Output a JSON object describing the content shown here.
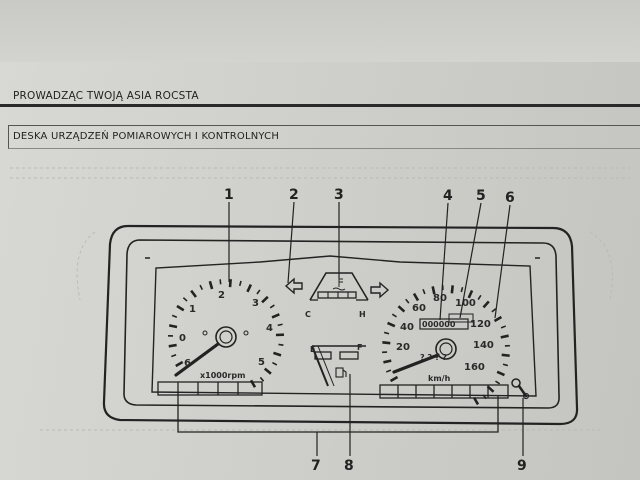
{
  "header": {
    "section_title": "PROWADZĄC TWOJĄ ASIA ROCSTA",
    "subsection_title": "DESKA URZĄDZEŃ POMIAROWYCH I KONTROLNYCH"
  },
  "callouts": [
    "1",
    "2",
    "3",
    "4",
    "5",
    "6",
    "7",
    "8",
    "9"
  ],
  "tachometer": {
    "numbers": [
      "0",
      "1",
      "2",
      "3",
      "4",
      "5",
      "6"
    ],
    "unit": "x1000rpm"
  },
  "temperature": {
    "cold": "C",
    "hot": "H"
  },
  "fuel": {
    "empty": "E",
    "full": "F"
  },
  "speedometer": {
    "numbers": [
      "20",
      "40",
      "60",
      "80",
      "100",
      "120",
      "140",
      "160"
    ],
    "unit": "km/h",
    "odometer": "000000",
    "trip": "0000"
  },
  "icons": {
    "turn_left": "left-turn-arrow-icon",
    "turn_right": "right-turn-arrow-icon",
    "temp": "coolant-temperature-icon",
    "fuel": "fuel-pump-icon",
    "trip_reset": "trip-reset-knob-icon"
  }
}
